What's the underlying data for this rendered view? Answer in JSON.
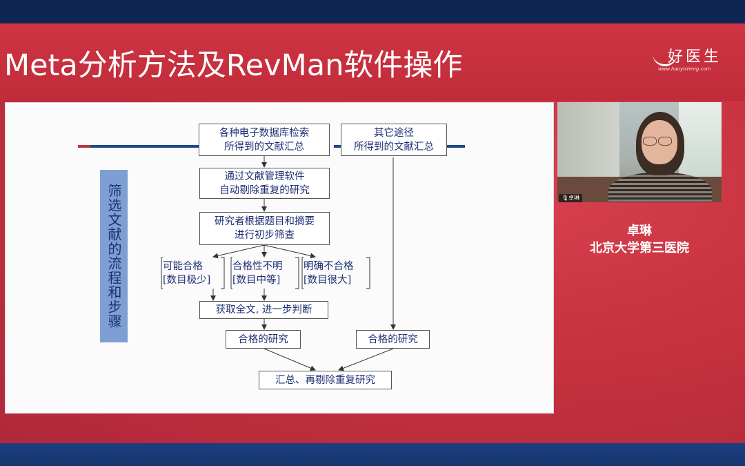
{
  "header": {
    "title": "Meta分析方法及RevMan软件操作",
    "logo_text": "好医生",
    "logo_url": "www.haoyisheng.com"
  },
  "slide": {
    "side_label": "筛选文献的流程和步骤",
    "flow": {
      "db_search": [
        "各种电子数据库检索",
        "所得到的文献汇总"
      ],
      "other_sources": [
        "其它途径",
        "所得到的文献汇总"
      ],
      "dedupe": [
        "通过文献管理软件",
        "自动剔除重复的研究"
      ],
      "screening": [
        "研究者根据题目和摘要",
        "进行初步筛查"
      ],
      "maybe": [
        "可能合格",
        "[数目极少]"
      ],
      "unclear": [
        "合格性不明",
        "[数目中等]"
      ],
      "ineligible": [
        "明确不合格",
        "[数目很大]"
      ],
      "fulltext": "获取全文, 进一步判断",
      "eligible_left": "合格的研究",
      "eligible_right": "合格的研究",
      "final": "汇总、再剔除重复研究"
    }
  },
  "video": {
    "tag": "卓琳"
  },
  "speaker": {
    "name": "卓琳",
    "org": "北京大学第三医院"
  },
  "colors": {
    "brand_red": "#c7323f",
    "navy": "#0f2654",
    "flow_text": "#1e2f73",
    "side_label_bg": "#7e9fd4"
  }
}
